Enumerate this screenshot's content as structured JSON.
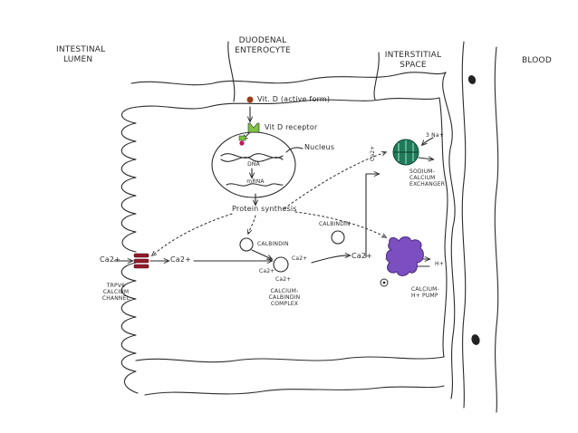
{
  "labels": {
    "intestinal_lumen": [
      "INTESTINAL",
      "LUMEN"
    ],
    "duodenal_enterocyte": [
      "DUODENAL",
      "ENTEROCYTE"
    ],
    "interstitial_space": [
      "INTERSTITIAL",
      "SPACE"
    ],
    "blood": "BLOOD",
    "vit_d": "Vit. D (active form)",
    "vit_d_receptor": "Vit D receptor",
    "nucleus": "Nucleus",
    "dna": "DNA",
    "mrna": "mRNA",
    "protein_synthesis": "Protein synthesis",
    "calbindin_left": "CALBINDIN",
    "calbindin_right": "CALBINDIN",
    "calcium_calbindin_complex": [
      "CALCIUM-",
      "CALBINDIN",
      "COMPLEX"
    ],
    "ca_lumen": "Ca2+",
    "ca_cytosol": "Ca2+",
    "ca_basolateral": "Ca2+",
    "ca_exchanger": "Ca2+",
    "ca_complex_left": "Ca2+",
    "ca_complex_right": "Ca2+",
    "ca_complex_bottom": "Ca2+",
    "na": "3 Na+",
    "h": "H+",
    "trpv6": [
      "TRPV6",
      "CALCIUM",
      "CHANNEL"
    ],
    "sodium_calcium_exchanger": [
      "SODIUM-",
      "CALCIUM",
      "EXCHANGER"
    ],
    "calcium_pump": [
      "CALCIUM-",
      "H+ PUMP"
    ]
  },
  "colors": {
    "ink": "#2b2b2b",
    "vit_d_dot": "#9a3d1c",
    "receptor": "#7dc243",
    "dna_marker": "#c2185b",
    "trpv6_channel": "#8e1b2b",
    "exchanger": "#1f7a5a",
    "pump": "#7b4fbf"
  }
}
